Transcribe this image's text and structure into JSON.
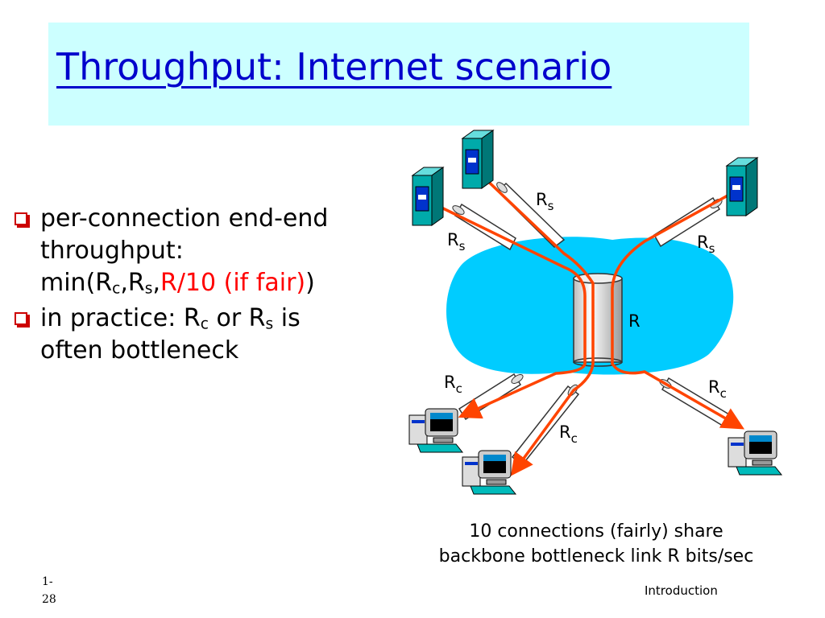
{
  "slide": {
    "title": "Throughput: Internet scenario",
    "bullets": {
      "b1_line1": "per-connection end-end",
      "b1_line2": "throughput:",
      "b1_min_prefix": "min(R",
      "b1_sub_c": "c",
      "b1_comma1": ",R",
      "b1_sub_s": "s",
      "b1_comma2": ",",
      "b1_red": "R/10 (if fair)",
      "b1_close": ")",
      "b2_prefix": "in practice: R",
      "b2_sub_c": "c",
      "b2_mid": " or R",
      "b2_sub_s": "s",
      "b2_suffix": " is",
      "b2_line2": "often bottleneck"
    },
    "caption": {
      "line1": "10 connections (fairly) share",
      "line2": "backbone bottleneck link R bits/sec"
    },
    "page_number": {
      "line1": "1-",
      "line2": "28"
    },
    "footer": "Introduction"
  },
  "diagram": {
    "rate_letter": "R",
    "sub_server": "s",
    "sub_client": "c",
    "backbone_label": "R",
    "colors": {
      "cloud": "#00ccff",
      "flow": "#ff4400",
      "pipe": "#ffffff",
      "server": "#00aaaa",
      "bullet": "#cc0000",
      "title_bg": "#ccffff",
      "title_text": "#0000cc"
    }
  }
}
